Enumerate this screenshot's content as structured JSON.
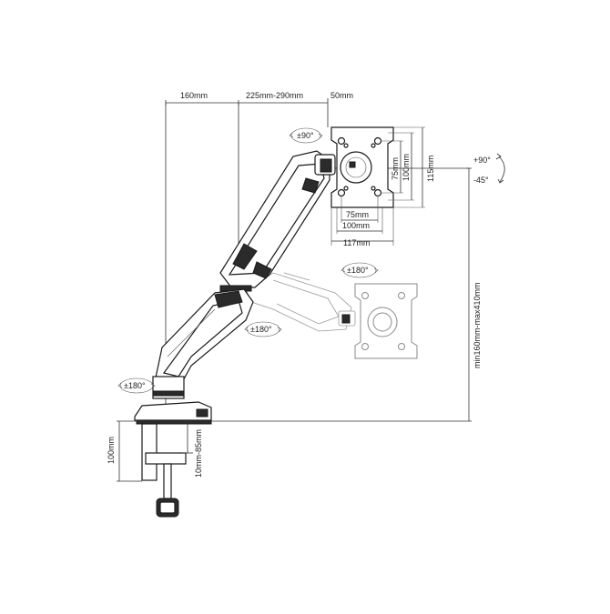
{
  "dims": {
    "top_reach_1": "160mm",
    "top_reach_2": "225mm-290mm",
    "top_reach_3": "50mm",
    "vesa_inner_w": "75mm",
    "vesa_outer_w": "100mm",
    "plate_w": "117mm",
    "vesa_inner_h": "75mm",
    "vesa_outer_h": "100mm",
    "plate_h": "115mm",
    "height_range": "min160mm-max410mm",
    "clamp_height": "100mm",
    "clamp_range": "10mm-85mm"
  },
  "tilt": {
    "up": "+90°",
    "down": "-45°"
  },
  "rotations": {
    "head_swivel": "±90°",
    "ghost_swivel": "±180°",
    "elbow_swivel": "±180°",
    "base_swivel": "±180°"
  }
}
